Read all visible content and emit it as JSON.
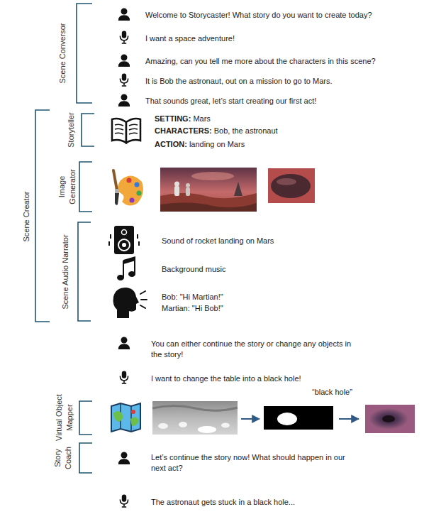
{
  "diagram": {
    "nodes": [
      {
        "text": [
          "Scene Conversor",
          "Welcome to Storycaster! What story do you want to create today?",
          "I want a space adventure!",
          "Amazing, can you tell me more about the characters in this scene?",
          "It is Bob the astronaut, out on a mission to go to Mars.",
          "That sounds great, let’s start creating our first act!"
        ]
      },
      {
        "text": [
          "Scene Creator"
        ]
      },
      {
        "text": [
          "Storyteller",
          "SETTING: Mars",
          "CHARACTERS: Bob, the astronaut",
          "ACTION: landing on Mars"
        ],
        "in": 1
      },
      {
        "text": [
          "Image Generator"
        ],
        "in": 1
      },
      {
        "text": [
          "Scene Audio Narrator",
          "Sound of rocket landing on Mars",
          "Background music",
          "Bob: \"Hi Martian!\"",
          "Martian: \"Hi Bob!\""
        ],
        "in": 1
      },
      {
        "text": [
          "Virtual Object Mapper",
          "“black hole”"
        ]
      },
      {
        "text": [
          "Story Coach",
          "Let’s continue the story now! What should happen in our next act?"
        ]
      }
    ],
    "labels": [
      "You can either continue the story or change any objects in the story!",
      "I want to change the table into a black hole!",
      "The astronaut gets stuck in a black hole..."
    ]
  }
}
